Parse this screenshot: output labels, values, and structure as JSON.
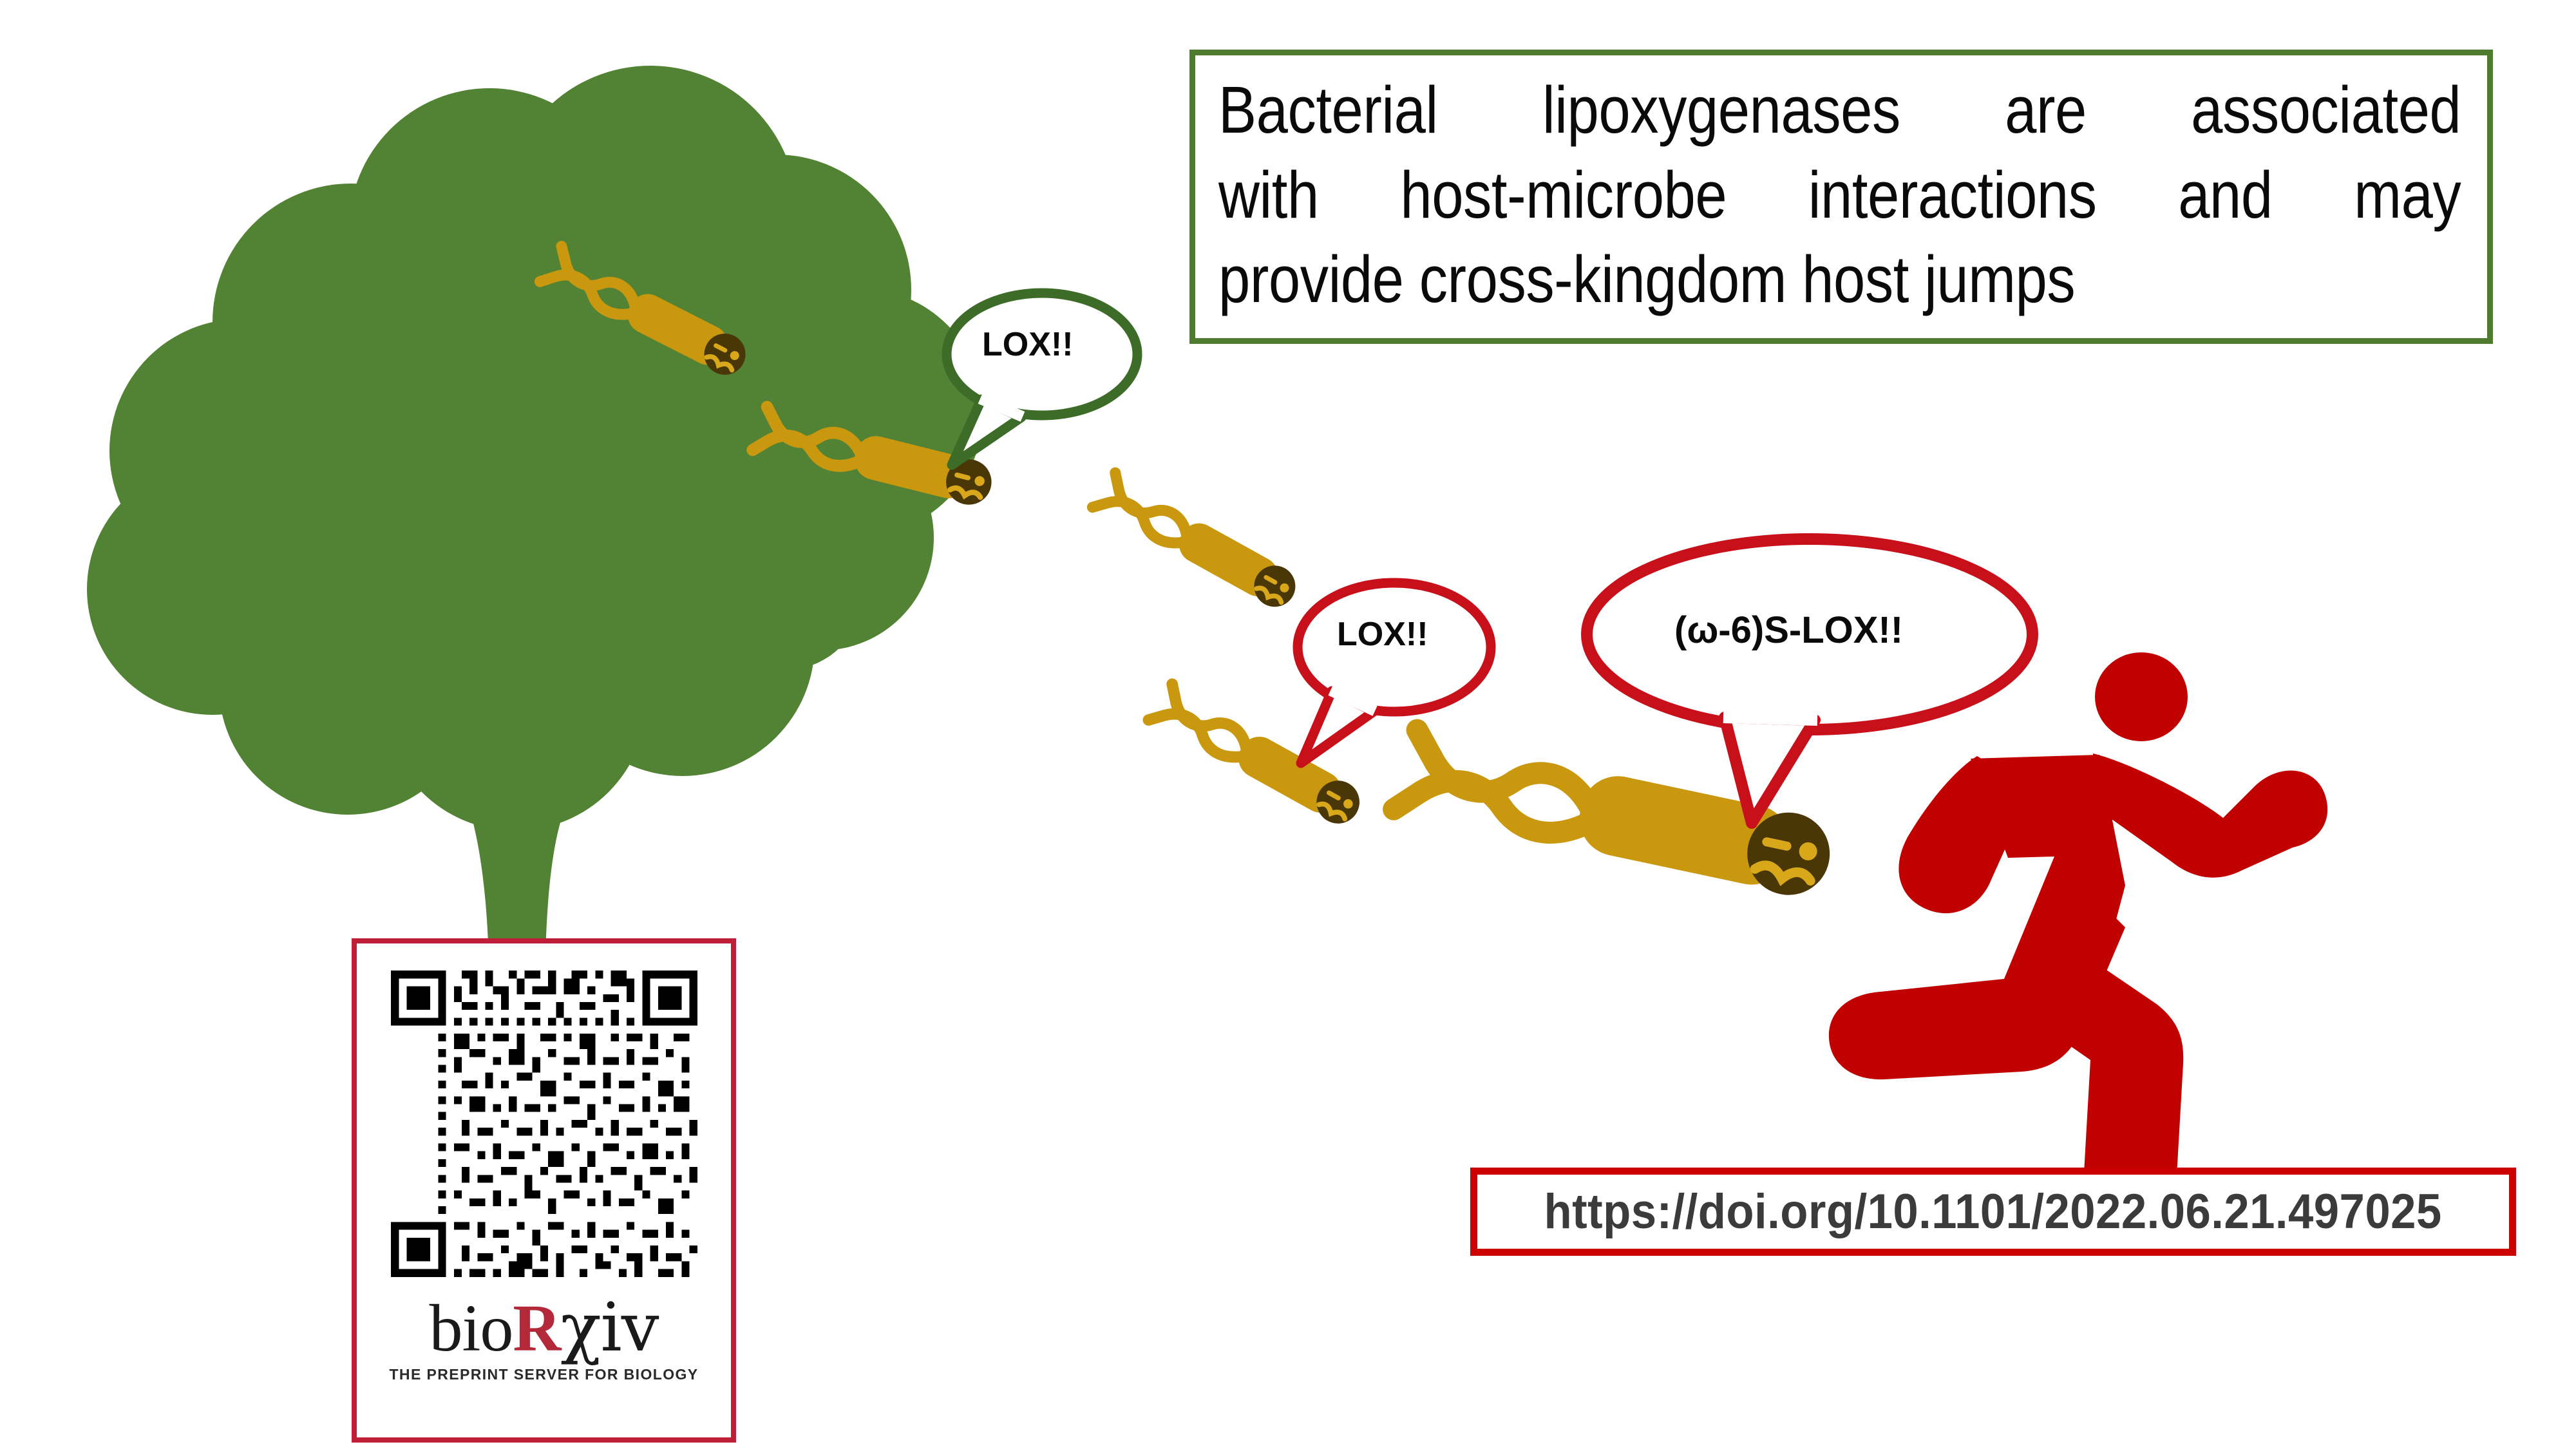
{
  "meta": {
    "kind": "graphical-abstract",
    "background": "#ffffff",
    "palette": {
      "tree_green": "#528233",
      "title_border_green": "#4e7b2e",
      "bacteria_body": "#c9980f",
      "bacteria_face": "#4a3708",
      "runner_red": "#c10000",
      "doi_border_red": "#cc0000",
      "qr_border_red": "#be1e37",
      "bubble_green": "#3d6b28",
      "bubble_red": "#c8101a",
      "text_black": "#0a0a0a",
      "doi_text_gray": "#3b3b3b",
      "brand_red": "#b4293a"
    }
  },
  "title_box": {
    "border_color": "#4e7b2e",
    "lines": [
      {
        "justified": true,
        "words": [
          "Bacterial",
          "lipoxygenases",
          "are",
          "associated"
        ]
      },
      {
        "justified": true,
        "words": [
          "with",
          "host-microbe",
          "interactions",
          "and",
          "may"
        ]
      },
      {
        "justified": false,
        "text": "provide cross-kingdom host jumps"
      }
    ],
    "full_text": "Bacterial lipoxygenases are associated with host-microbe interactions and may provide cross-kingdom host jumps"
  },
  "doi_box": {
    "border_color": "#cc0000",
    "url": "https://doi.org/10.1101/2022.06.21.497025"
  },
  "qr_card": {
    "border_color": "#be1e37",
    "qr_alt": "qr-code",
    "brand": {
      "part1": "bio",
      "part2": "R",
      "part3": "χiv",
      "tagline": "THE PREPRINT SERVER FOR BIOLOGY"
    }
  },
  "speech_bubbles": [
    {
      "id": "lox1",
      "text": "LOX!!",
      "outline_color": "#3d6b28",
      "speaker": "bacterium-on-tree"
    },
    {
      "id": "lox2",
      "text": "LOX!!",
      "outline_color": "#c8101a",
      "speaker": "bacterium-midair-lower"
    },
    {
      "id": "lox3",
      "text": "(ω-6)S-LOX!!",
      "outline_color": "#c8101a",
      "speaker": "bacterium-largest"
    }
  ],
  "illustration": {
    "tree": {
      "name": "broccoli-tree",
      "color": "#528233"
    },
    "runner": {
      "name": "running-person",
      "color": "#c10000"
    },
    "bacteria": [
      {
        "index": 1,
        "location": "in-tree-canopy-upper",
        "scale": 0.52
      },
      {
        "index": 2,
        "location": "in-tree-canopy-lower",
        "scale": 0.56
      },
      {
        "index": 3,
        "location": "midair-upper",
        "scale": 0.5
      },
      {
        "index": 4,
        "location": "midair-lower",
        "scale": 0.52
      },
      {
        "index": 5,
        "location": "near-runner-largest",
        "scale": 1.0
      }
    ],
    "bacterium_features": [
      "rod-body",
      "two-flagella",
      "winking-eye",
      "dot-eye",
      "mustache"
    ]
  }
}
